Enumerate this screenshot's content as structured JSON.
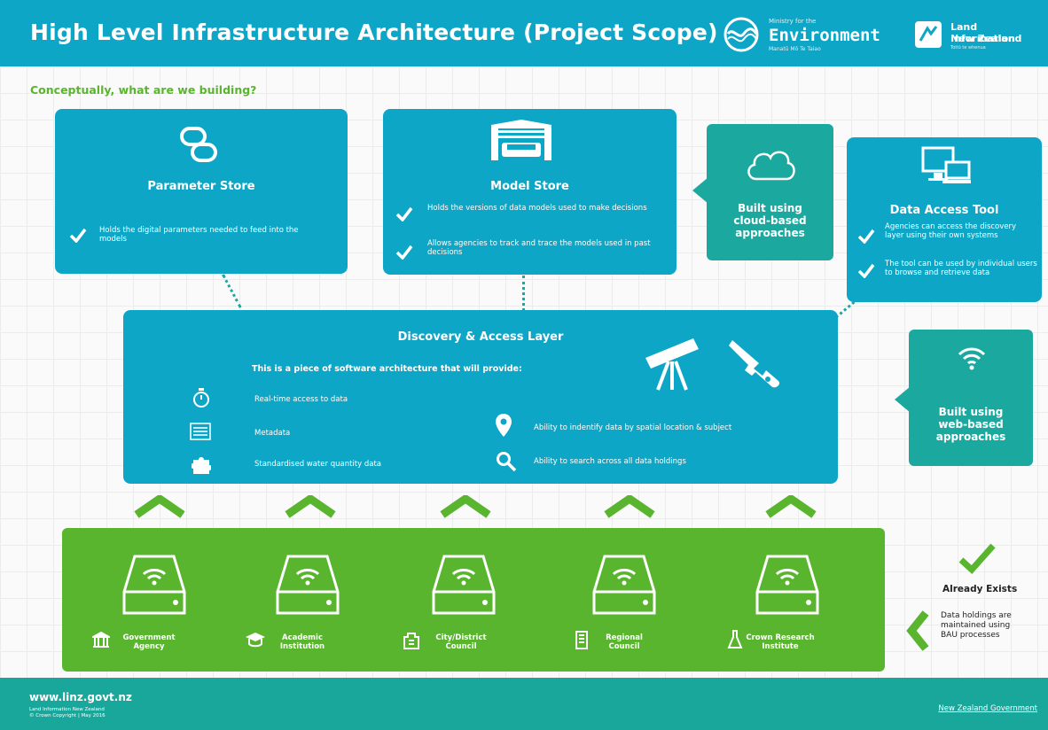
{
  "header": {
    "title": "High Level Infrastructure Architecture (Project Scope)",
    "env_logo": {
      "small": "Ministry for the",
      "name": "Environment",
      "tagline": "Manatū Mō Te Taiao"
    },
    "linz_logo": {
      "line1": "Land Information",
      "line2": "New Zealand",
      "line3": "Toitū te whenua"
    }
  },
  "subtitle": "Conceptually, what are we building?",
  "parameter_store": {
    "title": "Parameter Store",
    "items": [
      "Holds the digital parameters needed to feed into the models"
    ]
  },
  "model_store": {
    "title": "Model Store",
    "items": [
      "Holds the versions of data models used to make decisions",
      "Allows agencies to track and trace the models used in past decisions"
    ]
  },
  "cloud_callout": {
    "line1": "Built using",
    "line2": "cloud-based",
    "line3": "approaches"
  },
  "data_access_tool": {
    "title": "Data Access Tool",
    "items": [
      "Agencies can access the discovery layer using their own systems",
      "The tool can be used by individual users to browse and retrieve data"
    ]
  },
  "discovery_layer": {
    "title": "Discovery & Access Layer",
    "intro": "This is a piece of software architecture that will provide:",
    "left_items": [
      "Real-time access to data",
      "Metadata",
      "Standardised water quantity data"
    ],
    "right_items": [
      "Ability to indentify data by spatial location & subject",
      "Ability to search across all data holdings"
    ]
  },
  "web_callout": {
    "line1": "Built using",
    "line2": "web-based",
    "line3": "approaches"
  },
  "holdings": [
    {
      "line1": "Government",
      "line2": "Agency"
    },
    {
      "line1": "Academic",
      "line2": "Institution"
    },
    {
      "line1": "City/District",
      "line2": "Council"
    },
    {
      "line1": "Regional",
      "line2": "Council"
    },
    {
      "line1": "Crown Research",
      "line2": "Institute"
    }
  ],
  "legend": {
    "already_exists": "Already Exists",
    "bau_line1": "Data holdings are",
    "bau_line2": "maintained using",
    "bau_line3": "BAU processes"
  },
  "footer": {
    "url": "www.linz.govt.nz",
    "copyright1": "Land Information New Zealand",
    "copyright2": "© Crown Copyright | May 2016",
    "nz_gov": "New Zealand Government"
  },
  "colors": {
    "blue": "#0ea6c6",
    "teal": "#1ba99f",
    "green": "#5ab52e"
  }
}
